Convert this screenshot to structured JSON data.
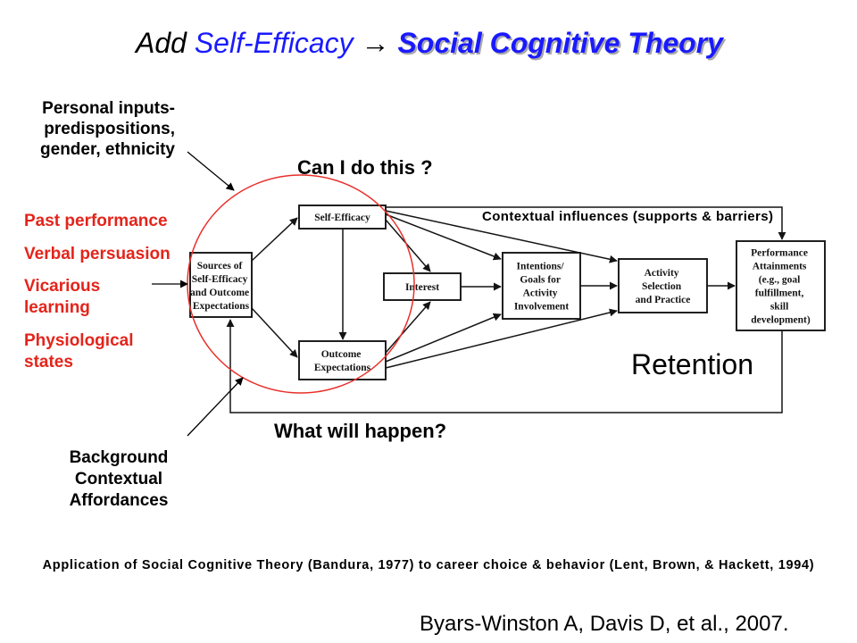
{
  "title": {
    "prefix": "Add",
    "term": "Self-Efficacy",
    "arrow_icon": "right-arrow-icon",
    "arrow_glyph": "→",
    "theory": "Social Cognitive Theory"
  },
  "personal_inputs": [
    "Personal inputs-",
    "predispositions,",
    "gender, ethnicity"
  ],
  "efficacy_sources": {
    "past_performance": [
      "Past performance"
    ],
    "verbal_persuasion": [
      "Verbal persuasion"
    ],
    "vicarious_learning": [
      "Vicarious",
      "learning"
    ],
    "physiological_states": [
      "Physiological",
      "states"
    ]
  },
  "background": [
    "Background",
    "Contextual",
    "Affordances"
  ],
  "questions": {
    "self_efficacy": "Can I do this ?",
    "outcome_expectations": "What will happen?"
  },
  "diagram": {
    "contextual_influences": "Contextual influences (supports & barriers)",
    "boxes": {
      "sources": [
        "Sources of",
        "Self-Efficacy",
        "and Outcome",
        "Expectations"
      ],
      "self_efficacy": [
        "Self-Efficacy"
      ],
      "outcome_expectations": [
        "Outcome",
        "Expectations"
      ],
      "interest": [
        "Interest"
      ],
      "intentions": [
        "Intentions/",
        "Goals for",
        "Activity",
        "Involvement"
      ],
      "activity": [
        "Activity",
        "Selection",
        "and Practice"
      ],
      "performance": [
        "Performance",
        "Attainments",
        "(e.g., goal",
        "fulfillment,",
        "skill",
        "development)"
      ]
    }
  },
  "retention": "Retention",
  "caption": "Application of Social Cognitive Theory (Bandura, 1977) to career choice & behavior (Lent, Brown, & Hackett, 1994)",
  "citation": "Byars-Winston A, Davis D, et al., 2007.",
  "colors": {
    "title_blue": "#1a1aff",
    "source_red": "#e3241b",
    "circle_red": "#e8302a",
    "diagram_ink": "#141414"
  }
}
